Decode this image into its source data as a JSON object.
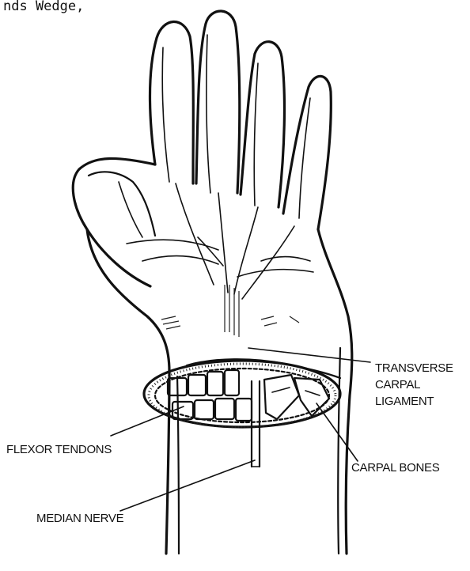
{
  "header_fragment": "nds Wedge,",
  "labels": {
    "transverse_line1": "TRANSVERSE",
    "transverse_line2": "CARPAL",
    "transverse_line3": "LIGAMENT",
    "flexor_tendons": "FLEXOR TENDONS",
    "carpal_bones": "CARPAL BONES",
    "median_nerve": "MEDIAN NERVE"
  }
}
